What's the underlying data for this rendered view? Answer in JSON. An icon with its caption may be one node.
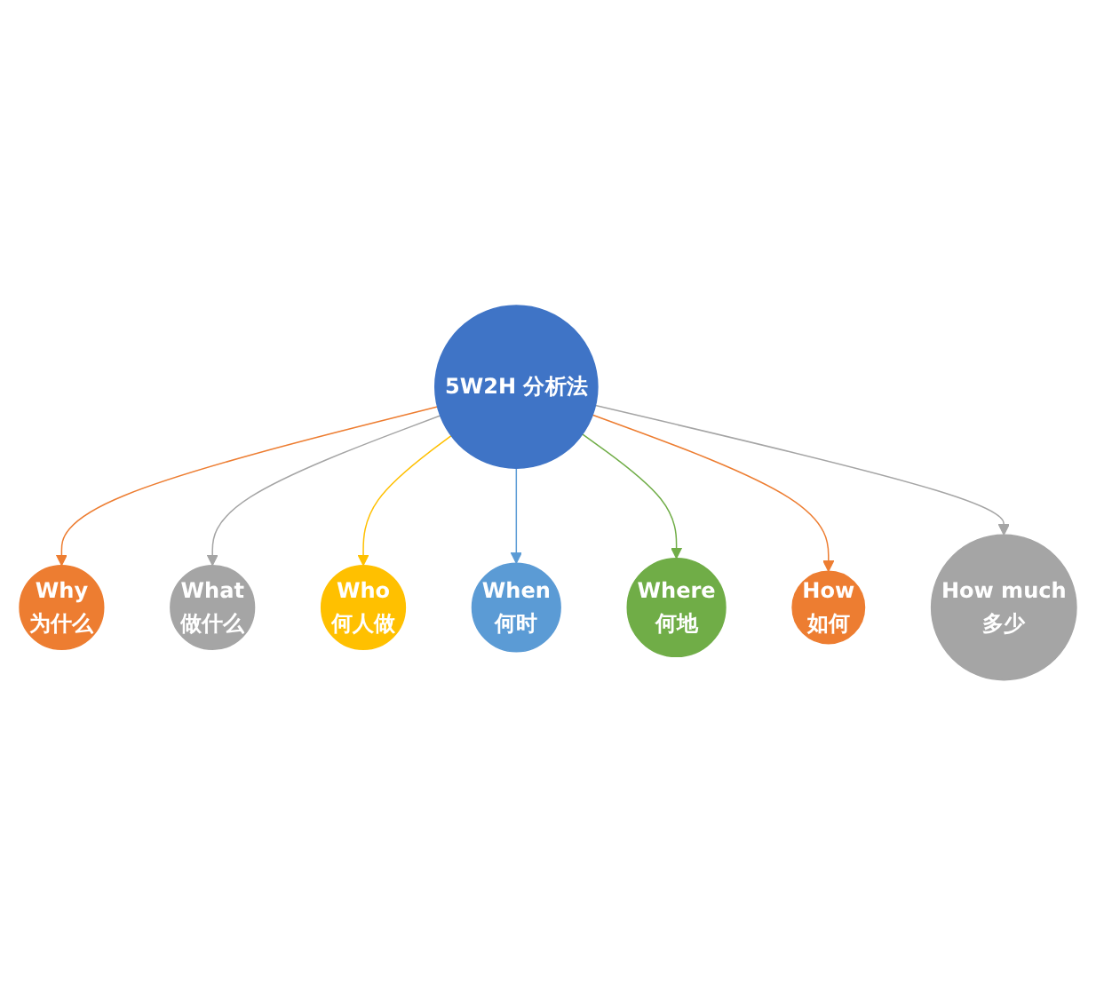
{
  "diagram": {
    "nodes": [
      {
        "text": [
          "5W2H 分析法"
        ]
      },
      {
        "text": [
          "Why",
          "为什么"
        ]
      },
      {
        "text": [
          "What",
          "做什么"
        ]
      },
      {
        "text": [
          "Who",
          "何人做"
        ]
      },
      {
        "text": [
          "When",
          "何时"
        ]
      },
      {
        "text": [
          "Where",
          "何地"
        ]
      },
      {
        "text": [
          "How",
          "如何"
        ]
      },
      {
        "text": [
          "How much",
          "多少"
        ]
      }
    ],
    "edges": [
      {
        "from": 0,
        "to": 1,
        "arrow": "to",
        "color": "#ed7d31"
      },
      {
        "from": 0,
        "to": 2,
        "arrow": "to",
        "color": "#a5a5a5"
      },
      {
        "from": 0,
        "to": 3,
        "arrow": "to",
        "color": "#ffc000"
      },
      {
        "from": 0,
        "to": 4,
        "arrow": "to",
        "color": "#5b9bd5"
      },
      {
        "from": 0,
        "to": 5,
        "arrow": "to",
        "color": "#70ad47"
      },
      {
        "from": 0,
        "to": 6,
        "arrow": "to",
        "color": "#ed7d31"
      },
      {
        "from": 0,
        "to": 7,
        "arrow": "to",
        "color": "#a5a5a5"
      }
    ]
  }
}
